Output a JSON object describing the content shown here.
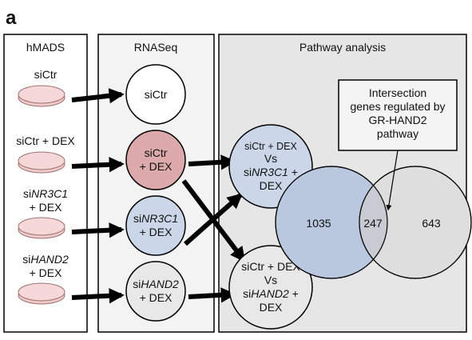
{
  "panel_label": "a",
  "colors": {
    "panel_fill_light": "#f3f3f3",
    "panel_fill_gray": "#e6e6e6",
    "dish_fill": "#f7d8d8",
    "dish_stroke": "#9b7070",
    "circle_white": "#ffffff",
    "circle_red": "#dcaaaa",
    "circle_blue": "#cbd7e8",
    "circle_gray": "#e8e8e8",
    "venn_left": "#b9c8de",
    "venn_right": "#dedede",
    "venn_overlap": "#c8ccd2"
  },
  "columns": {
    "hmads": "hMADS",
    "rnaseq": "RNASeq",
    "pathway": "Pathway analysis"
  },
  "samples": {
    "s1": {
      "pre": "siCtr",
      "gene": "",
      "suffix": ""
    },
    "s2": {
      "pre": "siCtr + DEX",
      "gene": "",
      "suffix": ""
    },
    "s3": {
      "pre": "si",
      "gene": "NR3C1",
      "suffix": "+ DEX"
    },
    "s4": {
      "pre": "si",
      "gene": "HAND2",
      "suffix": "+ DEX"
    }
  },
  "rnaseq_nodes": {
    "n1": {
      "line1": "siCtr"
    },
    "n2": {
      "line1": "siCtr",
      "line2": "+ DEX"
    },
    "n3": {
      "pre": "si",
      "gene": "NR3C1",
      "line2": "+ DEX"
    },
    "n4": {
      "pre": "si",
      "gene": "HAND2",
      "line2": "+ DEX"
    }
  },
  "comparisons": {
    "c1": {
      "line1": "siCtr + DEX",
      "line2": "Vs",
      "pre": "si",
      "gene": "NR3C1",
      "post": " +",
      "line4": "DEX"
    },
    "c2": {
      "line1": "siCtr + DEX",
      "line2": "Vs",
      "pre": "si",
      "gene": "HAND2",
      "post": " +",
      "line4": "DEX"
    }
  },
  "intersection_box": {
    "line1": "Intersection",
    "line2": "genes regulated by",
    "line3": "GR-HAND2",
    "line4": "pathway"
  },
  "venn": {
    "left_only": "1035",
    "overlap": "247",
    "right_only": "643"
  }
}
